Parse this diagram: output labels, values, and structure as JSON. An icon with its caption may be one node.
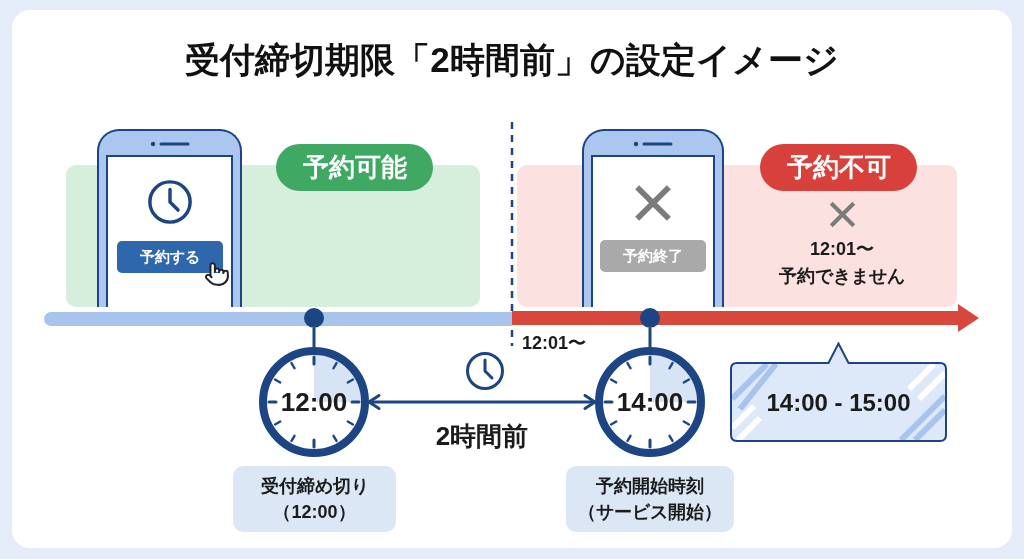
{
  "diagram": {
    "title": "受付締切期限「2時間前」の設定イメージ",
    "nodes": [
      {
        "text": [
          "予約する"
        ]
      },
      {
        "text": [
          "予約可能"
        ]
      },
      {
        "text": [
          "予約終了"
        ]
      },
      {
        "text": [
          "予約不可",
          "12:01〜予約できません"
        ]
      },
      {
        "text": [],
        "shape": "bar"
      },
      {
        "text": [],
        "shape": "circle",
        "in": 4
      },
      {
        "text": [],
        "shape": "circle",
        "in": 4
      },
      {
        "text": [
          "12:00"
        ]
      },
      {
        "text": [
          "受付締め切り（12:00）"
        ]
      },
      {
        "text": [
          "14:00"
        ]
      },
      {
        "text": [
          "予約開始時刻（サービス開始）"
        ]
      },
      {
        "text": [
          "14:00 - 15:00"
        ]
      }
    ],
    "edges": [
      {
        "from": 5,
        "to": 7,
        "arrow": "none"
      },
      {
        "from": 6,
        "to": 9,
        "arrow": "none"
      },
      {
        "from": 7,
        "to": 9,
        "arrow": "both",
        "label": "2時間前"
      }
    ],
    "labels": [
      "12:01〜"
    ]
  }
}
